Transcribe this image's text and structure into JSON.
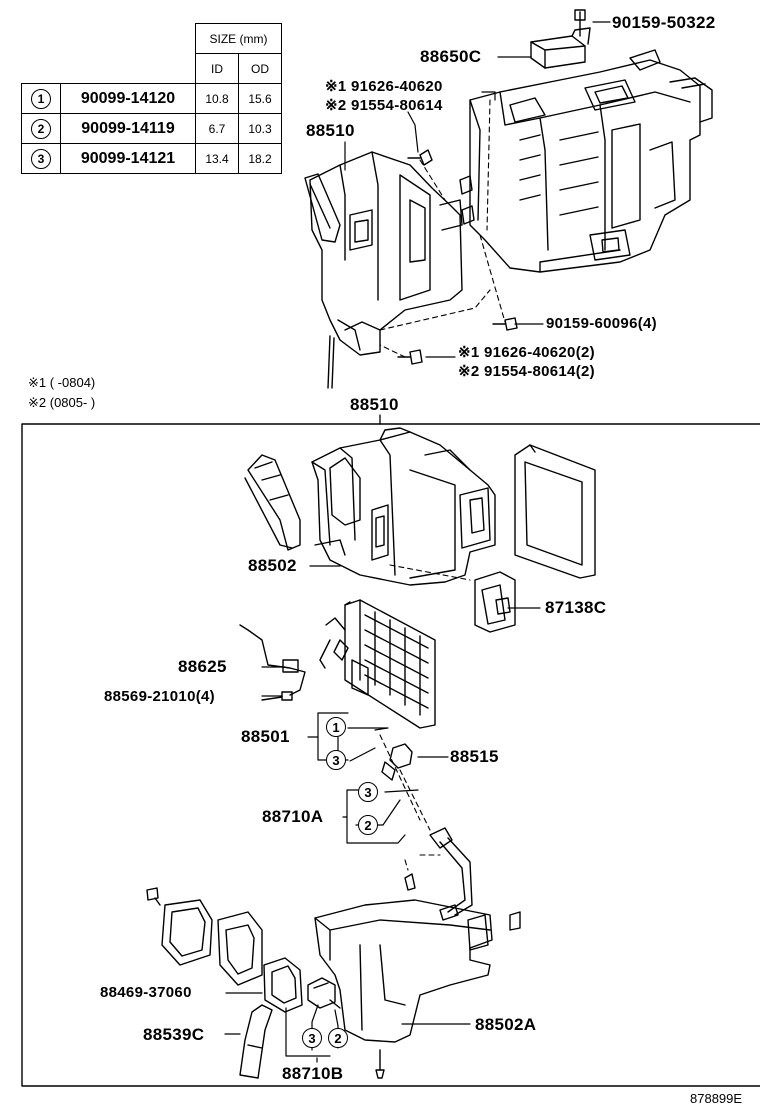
{
  "table": {
    "size_header": "SIZE (mm)",
    "id_header": "ID",
    "od_header": "OD",
    "rows": [
      {
        "marker": "1",
        "part": "90099-14120",
        "id": "10.8",
        "od": "15.6"
      },
      {
        "marker": "2",
        "part": "90099-14119",
        "id": "6.7",
        "od": "10.3"
      },
      {
        "marker": "3",
        "part": "90099-14121",
        "id": "13.4",
        "od": "18.2"
      }
    ]
  },
  "labels": {
    "p90159_50322": "90159-50322",
    "p88650c": "88650C",
    "p91626_top": "※1 91626-40620",
    "p91554_top": "※2 91554-80614",
    "p88510_top": "88510",
    "p90159_60096": "90159-60096(4)",
    "p91626_qty": "※1 91626-40620(2)",
    "p91554_qty": "※2 91554-80614(2)",
    "note1": "※1 (     -0804)",
    "note2": "※2 (0805-      )",
    "p88510_box": "88510",
    "p88502": "88502",
    "p87138c": "87138C",
    "p88625": "88625",
    "p88569": "88569-21010(4)",
    "p88501": "88501",
    "p88515": "88515",
    "p88710a": "88710A",
    "p88469": "88469-37060",
    "p88539c": "88539C",
    "p88710b": "88710B",
    "p88502a": "88502A",
    "diagram_code": "878899E"
  },
  "markers": {
    "m88501_a": "1",
    "m88501_b": "3",
    "m88710a_a": "3",
    "m88710a_b": "2",
    "m88710b_a": "3",
    "m88710b_b": "2"
  }
}
